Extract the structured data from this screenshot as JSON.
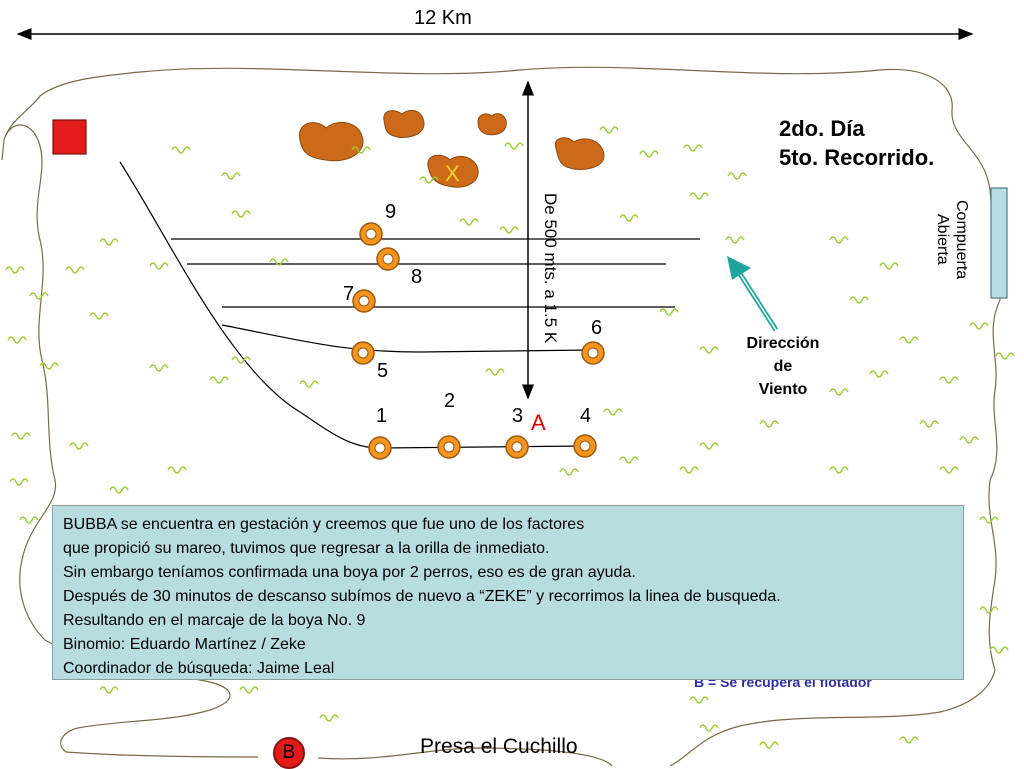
{
  "distance_label": "12 Km",
  "day_title": [
    "2do. Día",
    "5to. Recorrido."
  ],
  "vertical_distance": "De 500 mts. a 1.5 K",
  "gate_label": [
    "Compuerta",
    "Abierta"
  ],
  "wind_label": [
    "Dirección",
    "de",
    "Viento"
  ],
  "buoy_labels": [
    "1",
    "2",
    "3",
    "4",
    "5",
    "6",
    "7",
    "8",
    "9"
  ],
  "point_a": "A",
  "point_x": "X",
  "point_b": "B",
  "dam_name": "Presa el Cuchillo",
  "recovery_note": "B = Se recupera el flotador",
  "info_lines": [
    "BUBBA se encuentra en gestación y creemos que fue uno de los factores",
    "que propició su mareo, tuvimos que regresar a la orilla de inmediato.",
    "Sin embargo teníamos confirmada una boya por 2 perros, eso es de gran ayuda.",
    "Después de 30 minutos de descanso subímos de nuevo a “ZEKE” y recorrimos la linea de busqueda.",
    "Resultando en el marcaje de la boya No. 9",
    "Binomio: Eduardo Martínez / Zeke",
    "Coordinador de búsqueda: Jaime Leal"
  ],
  "colors": {
    "buoy": "#f7941d",
    "rock": "#cc6a1a",
    "grass": "#9acd32",
    "red_marker": "#e31b1b",
    "wind_arrow": "#1fa59a",
    "info_box": "#b8dde0"
  }
}
